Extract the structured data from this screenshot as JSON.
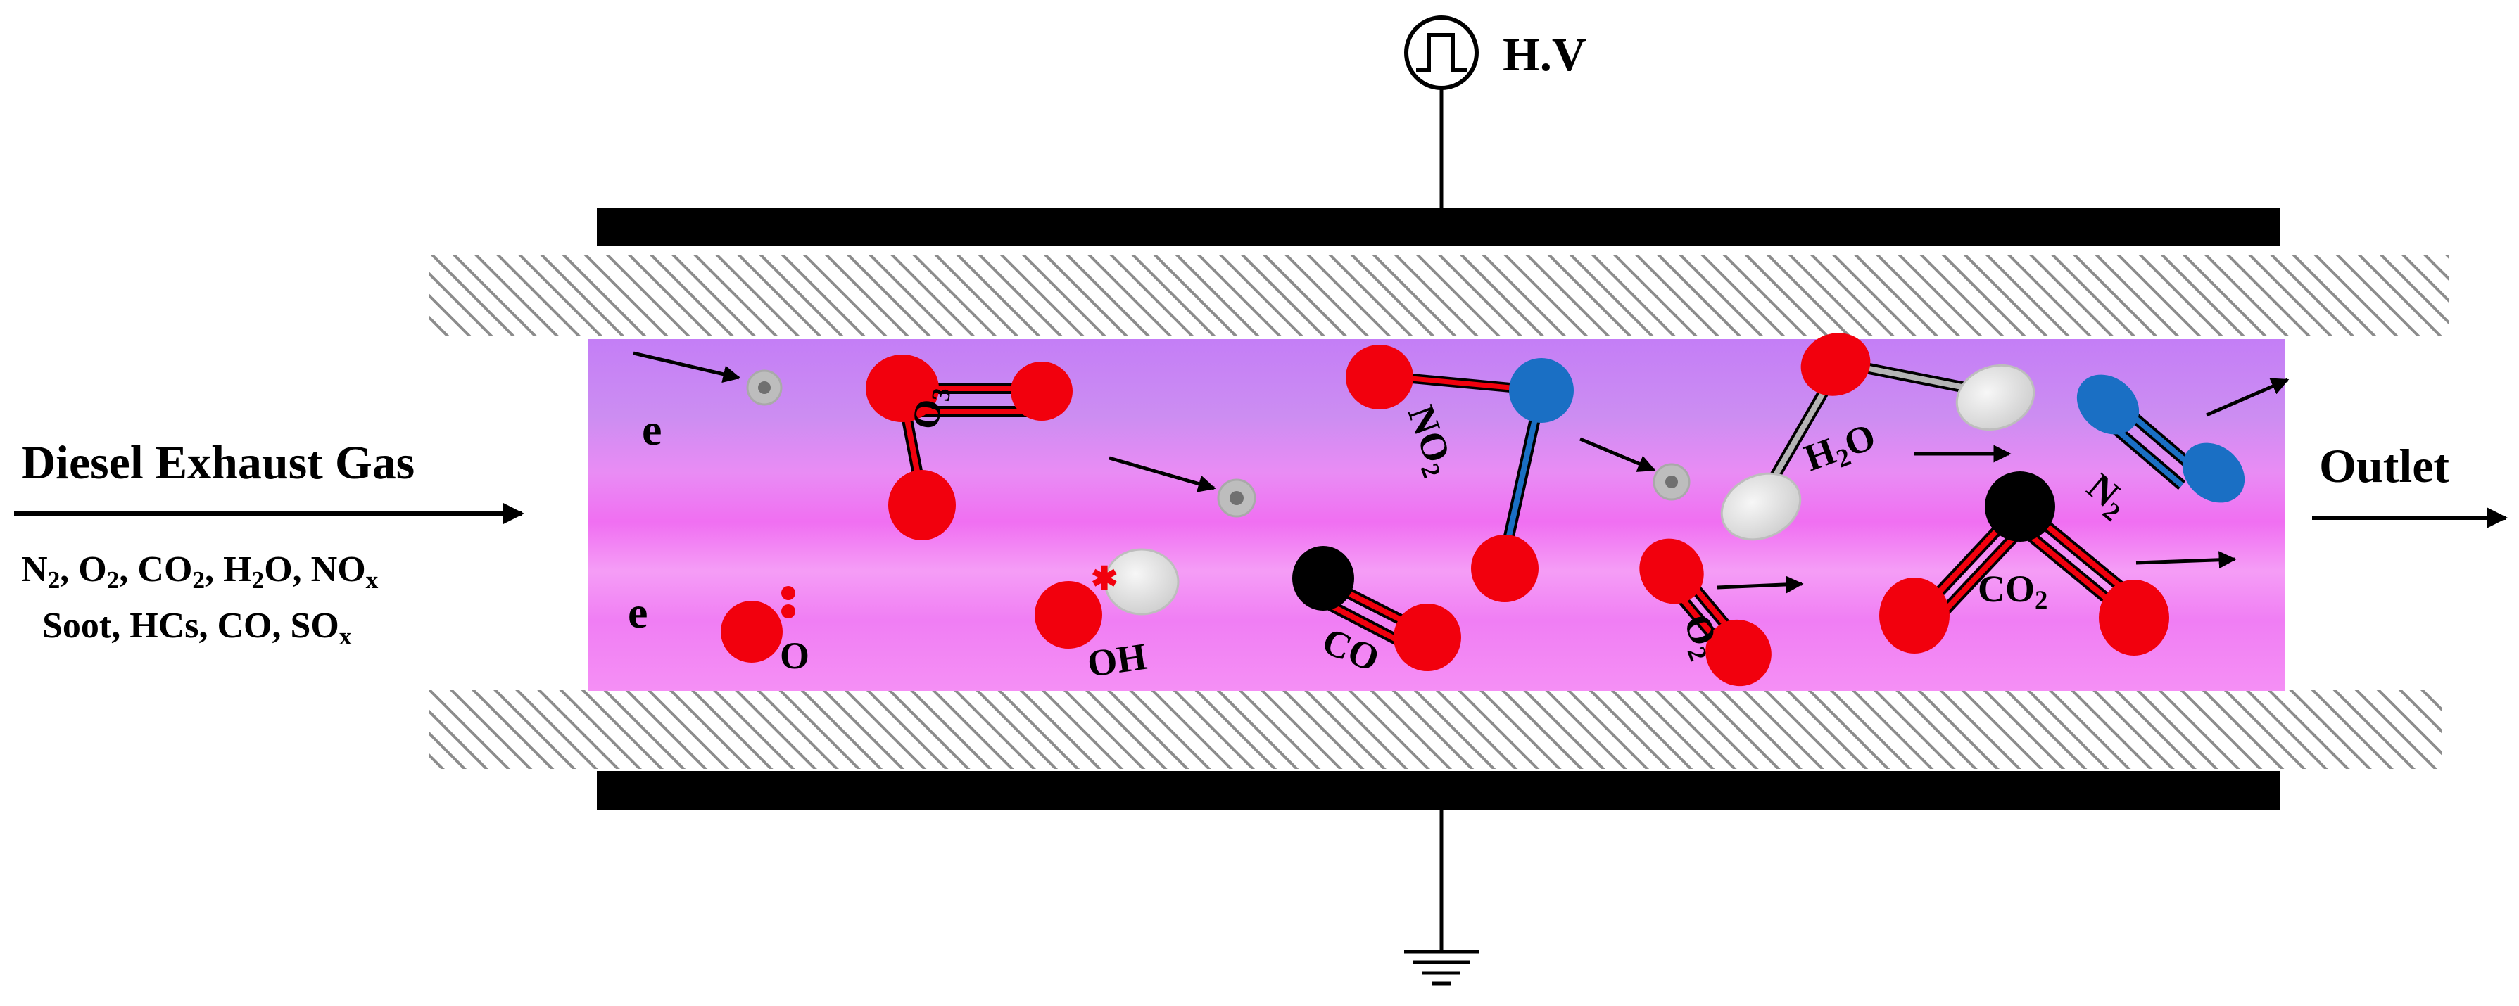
{
  "title": "",
  "power": {
    "label": "H.V"
  },
  "inlet": {
    "label": "Diesel Exhaust Gas",
    "species_line1": [
      {
        "base": "N",
        "sub": "2",
        "sep": ", "
      },
      {
        "base": "O",
        "sub": "2",
        "sep": ", "
      },
      {
        "base": "CO",
        "sub": "2",
        "sep": ", "
      },
      {
        "base": "H",
        "sub": "2",
        "tail": "O",
        "sep": ", "
      },
      {
        "base": "NO",
        "sub": "x",
        "sep": ""
      }
    ],
    "species_line2": [
      {
        "base": "Soot",
        "sub": "",
        "sep": ", "
      },
      {
        "base": "HCs",
        "sub": "",
        "sep": ", "
      },
      {
        "base": "CO",
        "sub": "",
        "sep": ", "
      },
      {
        "base": "SO",
        "sub": "x",
        "sep": ""
      }
    ]
  },
  "outlet": {
    "label": "Outlet"
  },
  "electron_label": "e",
  "molecules": {
    "o3": {
      "base": "O",
      "sub": "3"
    },
    "no2": {
      "base": "NO",
      "sub": "2"
    },
    "h2o": {
      "base": "H",
      "sub": "2",
      "tail": "O"
    },
    "n2": {
      "base": "N",
      "sub": "2"
    },
    "o": {
      "base": "O",
      "sub": ""
    },
    "oh": {
      "base": "OH",
      "sub": ""
    },
    "co": {
      "base": "CO",
      "sub": ""
    },
    "o2": {
      "base": "O",
      "sub": "2"
    },
    "co2": {
      "base": "CO",
      "sub": "2"
    }
  },
  "colors": {
    "oxygen": "#f2000d",
    "nitrogen": "#1a6fc4",
    "carbon": "#000000",
    "hydrogen": "#e6e6e6",
    "electron": "#8a8a8a",
    "plasma_top": "#c47ef6",
    "plasma_mid": "#f06ff2",
    "electrode": "#000000"
  }
}
